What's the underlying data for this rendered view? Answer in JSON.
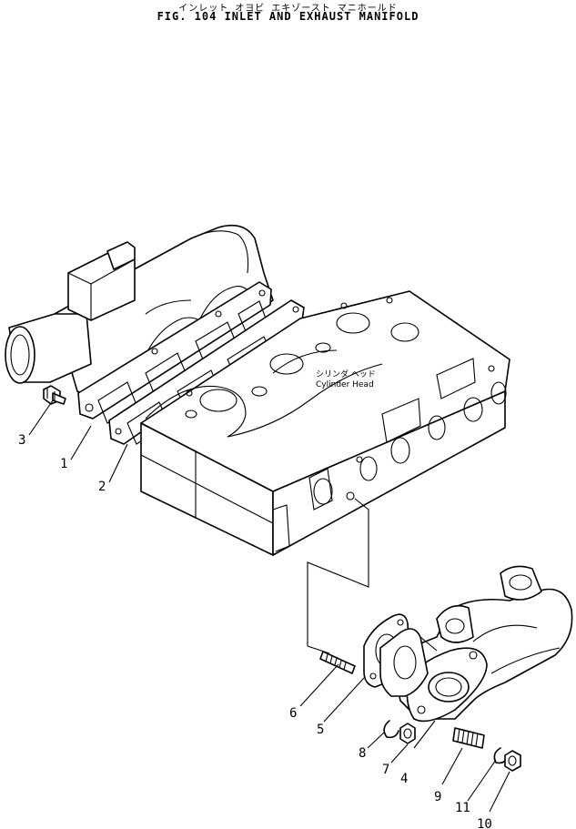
{
  "title": {
    "jp": "インレット オヨビ エキゾースト マニホールド",
    "en": "FIG. 104   INLET AND EXHAUST MANIFOLD"
  },
  "cylinder_head_label": {
    "jp": "シリンダ ヘッド",
    "en": "Cylinder Head"
  },
  "callouts": [
    "1",
    "2",
    "3",
    "4",
    "5",
    "6",
    "7",
    "8",
    "9",
    "10",
    "11"
  ]
}
